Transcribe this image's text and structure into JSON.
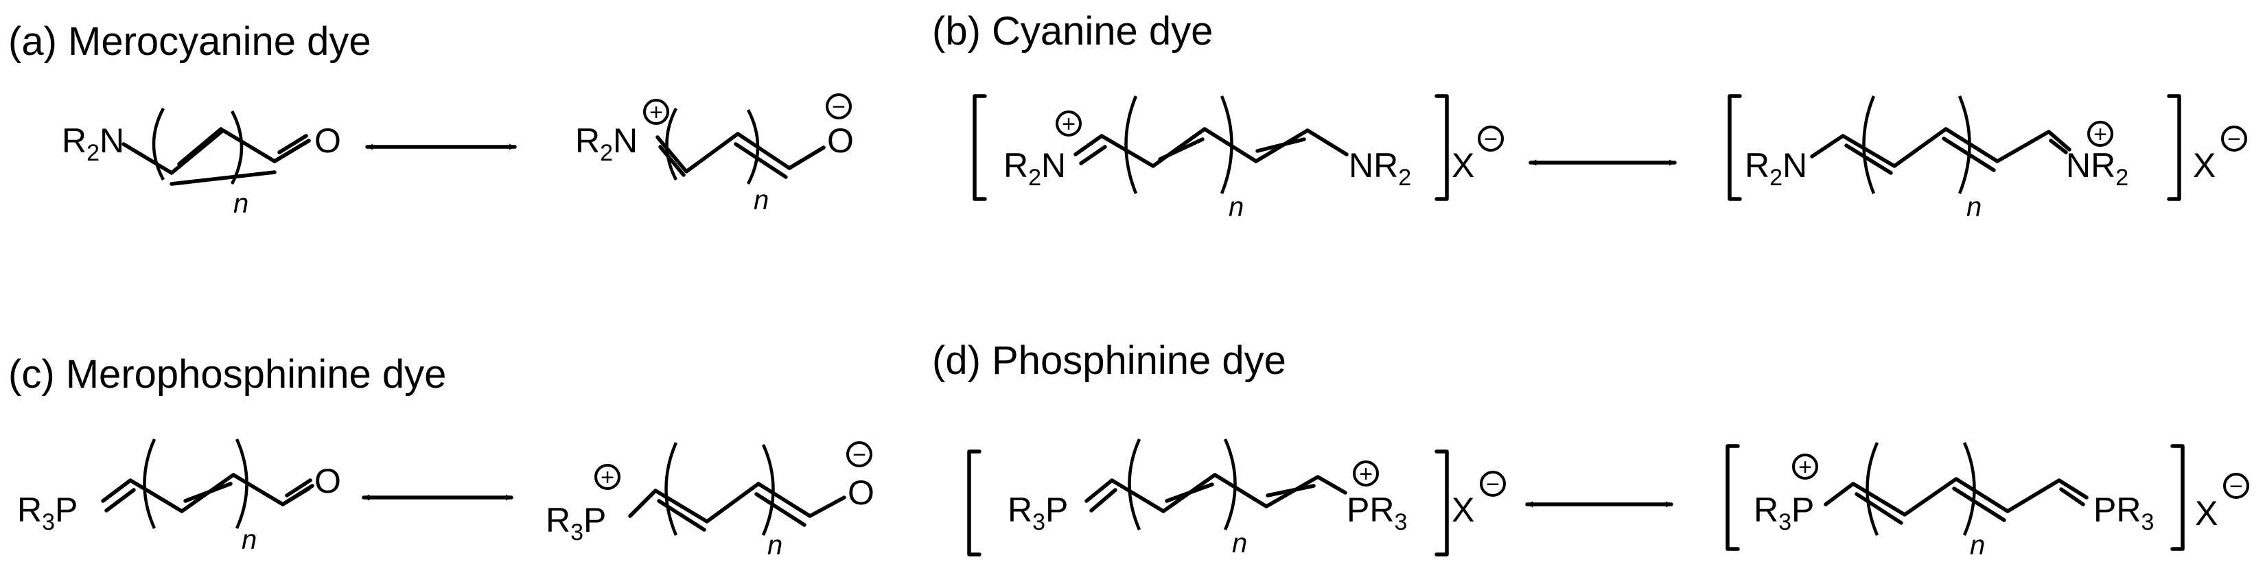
{
  "titles": {
    "a": "(a) Merocyanine dye",
    "b": "(b) Cyanine dye",
    "c": "(c) Merophosphinine dye",
    "d": "(d) Phosphinine dye"
  },
  "labels": {
    "r2": "R",
    "r3": "R",
    "sub2": "2",
    "sub3": "3",
    "n_atom": "N",
    "p_atom": "P",
    "o_atom": "O",
    "x_atom": "X",
    "n_index": "n",
    "plus": "+",
    "minus": "−"
  }
}
